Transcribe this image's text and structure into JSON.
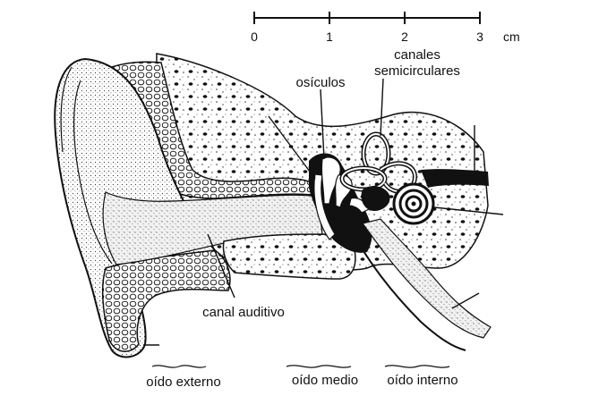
{
  "scale": {
    "ticks": [
      "0",
      "1",
      "2",
      "3"
    ],
    "unit": "cm"
  },
  "labels": {
    "canales_line1": "canales",
    "canales_line2": "semicirculares",
    "osiculos": "osículos",
    "canal_auditivo": "canal auditivo",
    "oido_externo": "oído externo",
    "oido_medio": "oído medio",
    "oido_interno": "oído interno"
  },
  "colors": {
    "ink": "#111111",
    "paper": "#ffffff"
  }
}
